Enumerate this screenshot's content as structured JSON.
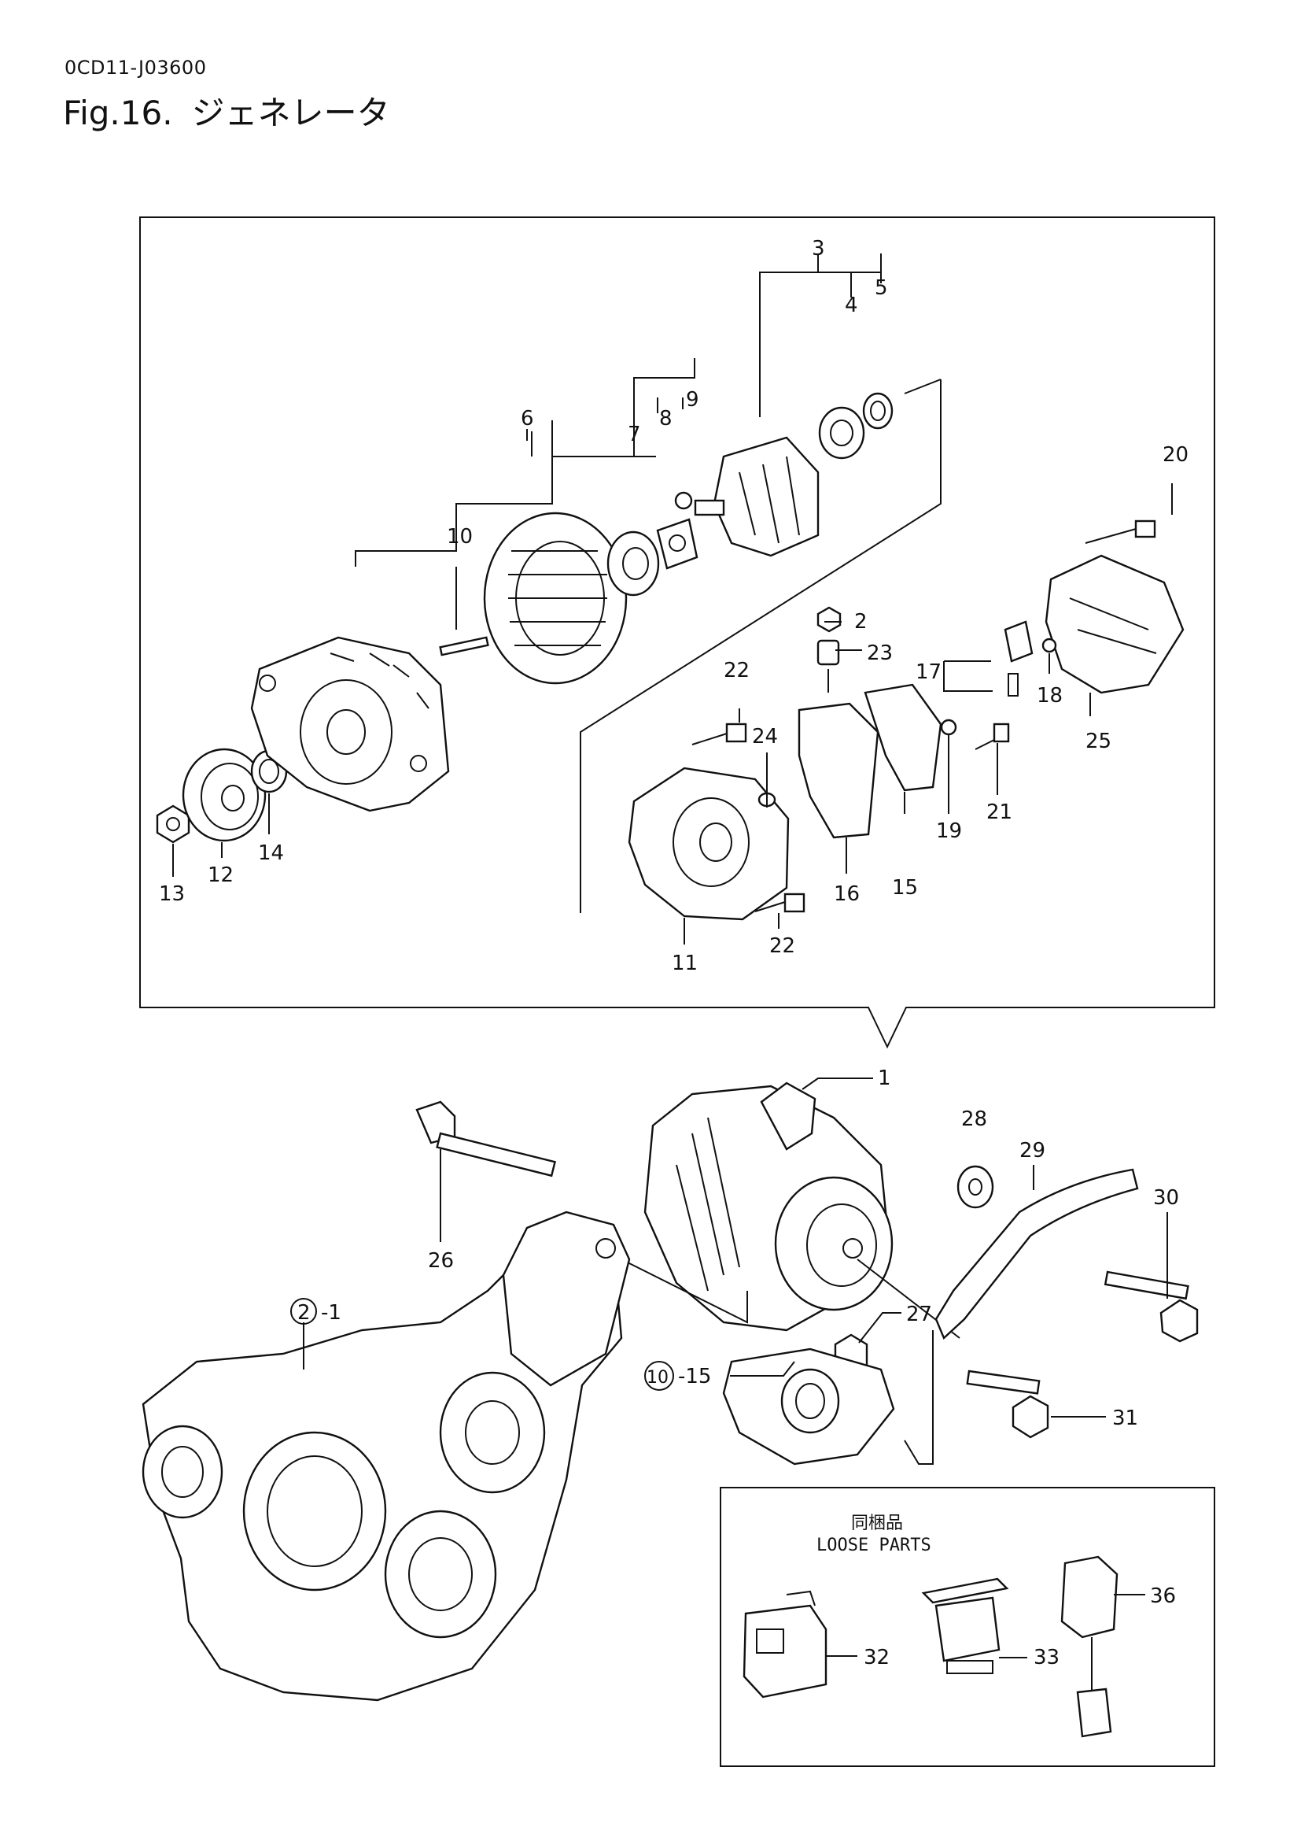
{
  "header": {
    "doc_code": "0CD11-J03600",
    "fig_number": "Fig.16.",
    "fig_title": "ジェネレータ"
  },
  "loose_box": {
    "title_jp": "同梱品",
    "title_en": "LOOSE PARTS"
  },
  "labels": {
    "n1": "1",
    "n2": "2",
    "n3": "3",
    "n4": "4",
    "n5": "5",
    "n6": "6",
    "n7": "7",
    "n8": "8",
    "n9": "9",
    "n10": "10",
    "n11": "11",
    "n12": "12",
    "n13": "13",
    "n14": "14",
    "n15": "15",
    "n16": "16",
    "n17": "17",
    "n18": "18",
    "n19": "19",
    "n20": "20",
    "n21": "21",
    "n22a": "22",
    "n22b": "22",
    "n23": "23",
    "n24": "24",
    "n25": "25",
    "n26": "26",
    "n27": "27",
    "n28": "28",
    "n29": "29",
    "n30": "30",
    "n31": "31",
    "n32": "32",
    "n33": "33",
    "n36": "36",
    "ref_a_circle": "2",
    "ref_a_suffix": "-1",
    "ref_b_circle": "10",
    "ref_b_suffix": "-15"
  }
}
